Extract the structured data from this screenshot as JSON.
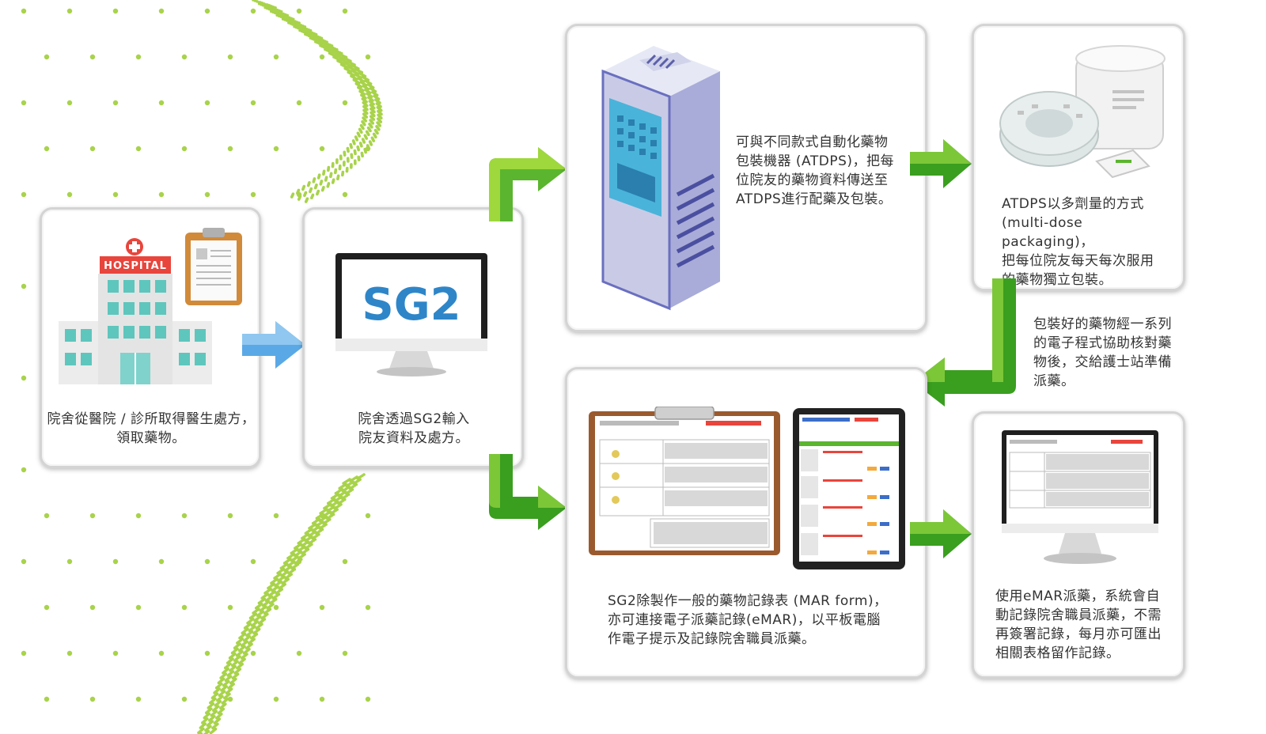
{
  "steps": {
    "hospital": {
      "sign": "HOSPITAL",
      "caption_line1": "院舍從醫院 / 診所取得醫生處方，",
      "caption_line2": "領取藥物。"
    },
    "sg2": {
      "screen_text": "SG2",
      "caption_line1": "院舍透過SG2輸入",
      "caption_line2": "院友資料及處方。"
    },
    "atdps_link": {
      "line1": "可與不同款式自動化藥物",
      "line2": "包裝機器 (ATDPS)，把每",
      "line3": "位院友的藥物資料傳送至",
      "line4": "ATDPS進行配藥及包裝。"
    },
    "multidose": {
      "line1": "ATDPS以多劑量的方式",
      "line2": "(multi-dose packaging)，",
      "line3": "把每位院友每天每次服用",
      "line4": "的藥物獨立包裝。"
    },
    "verify_note": {
      "line1": "包裝好的藥物經一系列",
      "line2": "的電子程式協助核對藥",
      "line3": "物後，交給護士站準備",
      "line4": "派藥。"
    },
    "mar": {
      "line1": "SG2除製作一般的藥物記錄表 (MAR form)，",
      "line2": "亦可連接電子派藥記錄(eMAR)，以平板電腦",
      "line3": "作電子提示及記錄院舍職員派藥。"
    },
    "emar": {
      "line1": "使用eMAR派藥，系統會自",
      "line2": "動記錄院舍職員派藥，不需",
      "line3": "再簽署記錄，每月亦可匯出",
      "line4": "相關表格留作記錄。"
    }
  },
  "colors": {
    "green_arrow": "#5bb52e",
    "green_light": "#9ed83c",
    "blue_arrow": "#5aa9e6",
    "sg2_blue": "#2e86c8",
    "hospital_red": "#e8453c",
    "dot_green": "#a8d34a"
  }
}
